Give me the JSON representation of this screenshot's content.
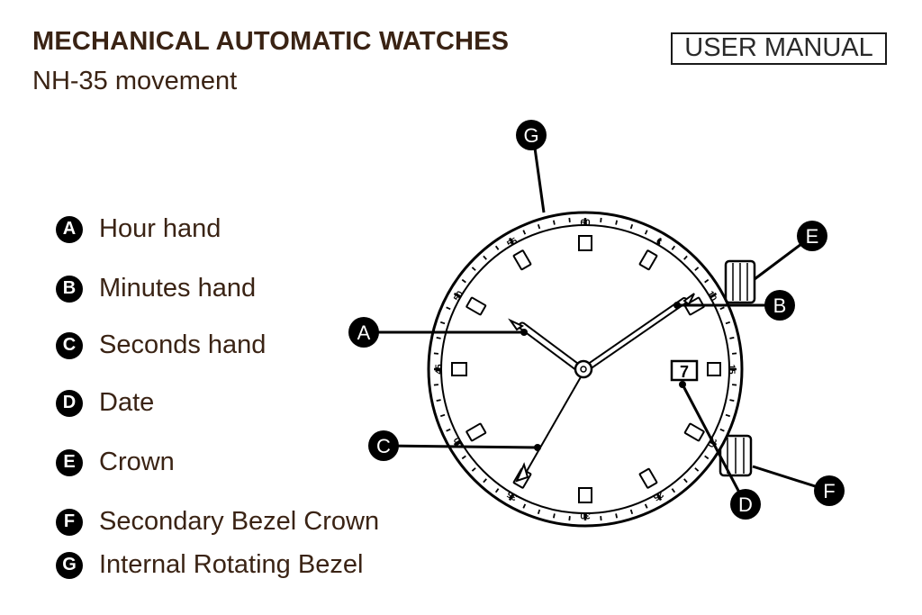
{
  "header": {
    "title": "MECHANICAL AUTOMATIC WATCHES",
    "subtitle": "NH-35 movement",
    "manual_label": "USER MANUAL"
  },
  "legend": [
    {
      "letter": "A",
      "label": "Hour hand"
    },
    {
      "letter": "B",
      "label": "Minutes hand"
    },
    {
      "letter": "C",
      "label": "Seconds hand"
    },
    {
      "letter": "D",
      "label": "Date"
    },
    {
      "letter": "E",
      "label": "Crown"
    },
    {
      "letter": "F",
      "label": "Secondary Bezel Crown"
    },
    {
      "letter": "G",
      "label": "Internal Rotating Bezel"
    }
  ],
  "diagram": {
    "date_value": "7",
    "bezel_numbers": [
      "60",
      "5",
      "10",
      "15",
      "20",
      "25",
      "30",
      "35",
      "40",
      "45",
      "50",
      "55"
    ],
    "callout_letters": {
      "A": "A",
      "B": "B",
      "C": "C",
      "D": "D",
      "E": "E",
      "F": "F",
      "G": "G"
    }
  },
  "colors": {
    "text_brown": "#3a2314",
    "ink": "#000000"
  }
}
